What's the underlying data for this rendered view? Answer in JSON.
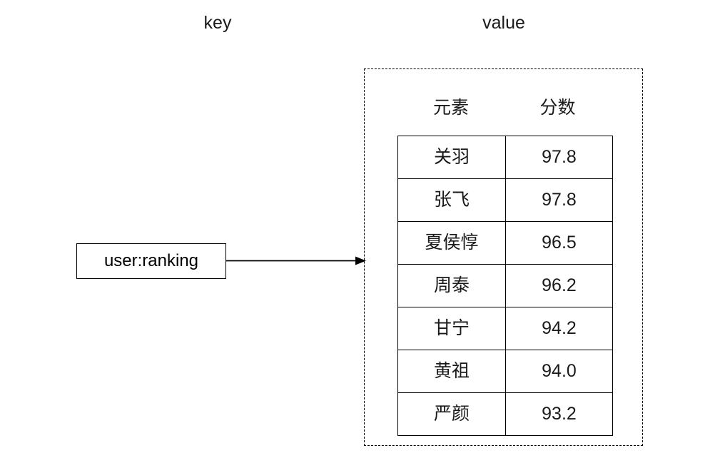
{
  "diagram": {
    "captions": {
      "key": "key",
      "value": "value"
    },
    "key_box": {
      "label": "user:ranking"
    },
    "arrow": {
      "name": "key-to-value-arrow"
    },
    "value_table": {
      "headers": {
        "element": "元素",
        "score": "分数"
      },
      "rows": [
        {
          "element": "关羽",
          "score": "97.8"
        },
        {
          "element": "张飞",
          "score": "97.8"
        },
        {
          "element": "夏侯惇",
          "score": "96.5"
        },
        {
          "element": "周泰",
          "score": "96.2"
        },
        {
          "element": "甘宁",
          "score": "94.2"
        },
        {
          "element": "黄祖",
          "score": "94.0"
        },
        {
          "element": "严颜",
          "score": "93.2"
        }
      ]
    },
    "colors": {
      "background": "#ffffff",
      "stroke": "#000000",
      "text": "#1a1a1a"
    }
  }
}
